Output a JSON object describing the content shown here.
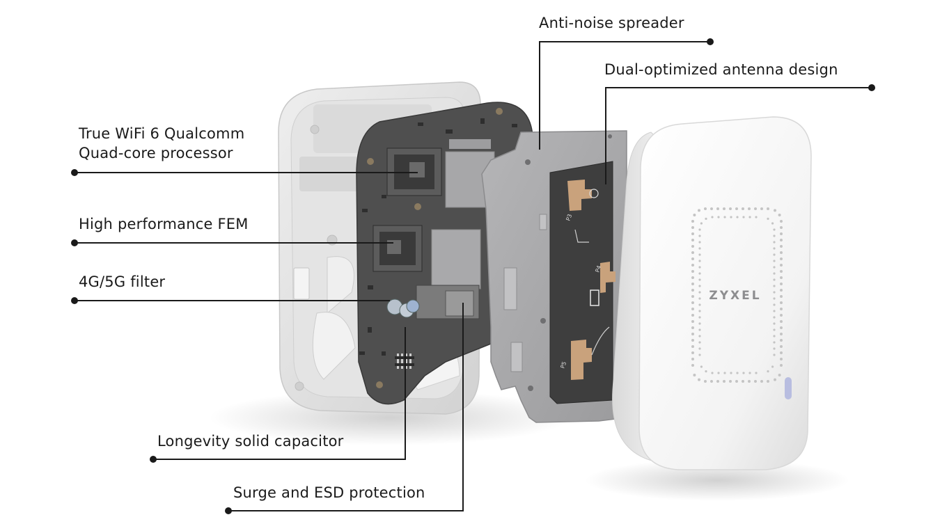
{
  "callouts": {
    "processor_line1": "True WiFi 6 Qualcomm",
    "processor_line2": "Quad-core processor",
    "fem": "High performance FEM",
    "filter": "4G/5G filter",
    "capacitor": "Longevity solid capacitor",
    "surge": "Surge and ESD protection",
    "spreader": "Anti-noise spreader",
    "antenna": "Dual-optimized antenna design"
  },
  "device": {
    "brand": "ZYXEL",
    "antenna_labels": [
      "P3",
      "P4",
      "P5"
    ]
  },
  "colors": {
    "line": "#1a1a1a",
    "pcb": "#4d4d4d",
    "spreader": "#a9a9ab",
    "antenna_board": "#3c3c3c",
    "copper": "#c9a27c",
    "cover": "#f5f5f5"
  }
}
